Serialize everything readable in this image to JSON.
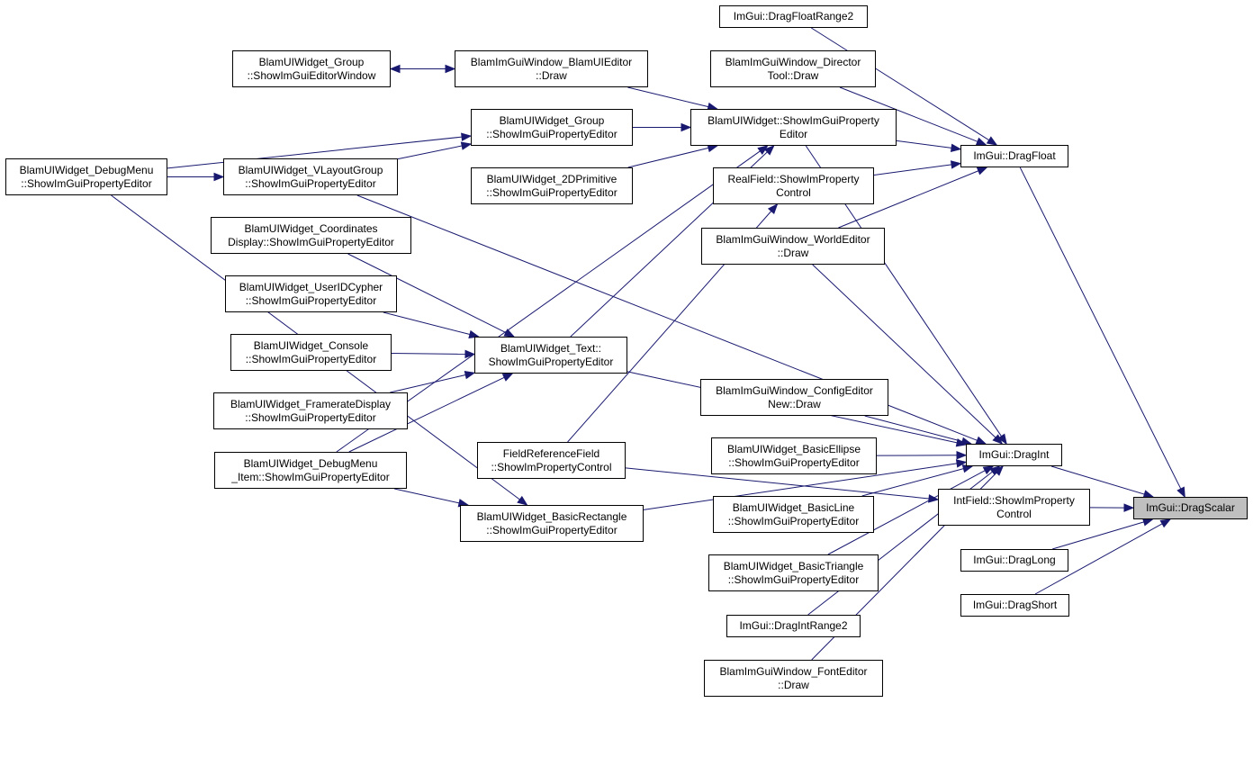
{
  "colors": {
    "edge": "#191970",
    "node_border": "#000000",
    "node_bg": "#ffffff",
    "focus_bg": "#bfbfbf"
  },
  "nodes": {
    "dragscalar": {
      "lines": [
        "ImGui::DragScalar"
      ]
    },
    "dragfloat": {
      "lines": [
        "ImGui::DragFloat"
      ]
    },
    "dragint": {
      "lines": [
        "ImGui::DragInt"
      ]
    },
    "dragfloatrange2": {
      "lines": [
        "ImGui::DragFloatRange2"
      ]
    },
    "directortool": {
      "lines": [
        "BlamImGuiWindow_Director",
        "Tool::Draw"
      ]
    },
    "uiwidget_show": {
      "lines": [
        "BlamUIWidget::ShowImGuiProperty",
        "Editor"
      ]
    },
    "realfield": {
      "lines": [
        "RealField::ShowImProperty",
        "Control"
      ]
    },
    "worldeditor": {
      "lines": [
        "BlamImGuiWindow_WorldEditor",
        "::Draw"
      ]
    },
    "configeditor": {
      "lines": [
        "BlamImGuiWindow_ConfigEditor",
        "New::Draw"
      ]
    },
    "basicellipse": {
      "lines": [
        "BlamUIWidget_BasicEllipse",
        "::ShowImGuiPropertyEditor"
      ]
    },
    "basicline": {
      "lines": [
        "BlamUIWidget_BasicLine",
        "::ShowImGuiPropertyEditor"
      ]
    },
    "basictriangle": {
      "lines": [
        "BlamUIWidget_BasicTriangle",
        "::ShowImGuiPropertyEditor"
      ]
    },
    "dragintrange2": {
      "lines": [
        "ImGui::DragIntRange2"
      ]
    },
    "fonteditor": {
      "lines": [
        "BlamImGuiWindow_FontEditor",
        "::Draw"
      ]
    },
    "intfield": {
      "lines": [
        "IntField::ShowImProperty",
        "Control"
      ]
    },
    "draglong": {
      "lines": [
        "ImGui::DragLong"
      ]
    },
    "dragshort": {
      "lines": [
        "ImGui::DragShort"
      ]
    },
    "blamuieditor": {
      "lines": [
        "BlamImGuiWindow_BlamUIEditor",
        "::Draw"
      ]
    },
    "group_window": {
      "lines": [
        "BlamUIWidget_Group",
        "::ShowImGuiEditorWindow"
      ]
    },
    "group_prop": {
      "lines": [
        "BlamUIWidget_Group",
        "::ShowImGuiPropertyEditor"
      ]
    },
    "vlayoutgroup": {
      "lines": [
        "BlamUIWidget_VLayoutGroup",
        "::ShowImGuiPropertyEditor"
      ]
    },
    "debugmenu": {
      "lines": [
        "BlamUIWidget_DebugMenu",
        "::ShowImGuiPropertyEditor"
      ]
    },
    "primitive2d": {
      "lines": [
        "BlamUIWidget_2DPrimitive",
        "::ShowImGuiPropertyEditor"
      ]
    },
    "coordinates": {
      "lines": [
        "BlamUIWidget_Coordinates",
        "Display::ShowImGuiPropertyEditor"
      ]
    },
    "useridcypher": {
      "lines": [
        "BlamUIWidget_UserIDCypher",
        "::ShowImGuiPropertyEditor"
      ]
    },
    "console": {
      "lines": [
        "BlamUIWidget_Console",
        "::ShowImGuiPropertyEditor"
      ]
    },
    "framerate": {
      "lines": [
        "BlamUIWidget_FramerateDisplay",
        "::ShowImGuiPropertyEditor"
      ]
    },
    "debugmenu_item": {
      "lines": [
        "BlamUIWidget_DebugMenu",
        "_Item::ShowImGuiPropertyEditor"
      ]
    },
    "text_prop": {
      "lines": [
        "BlamUIWidget_Text::",
        "ShowImGuiPropertyEditor"
      ]
    },
    "fieldreference": {
      "lines": [
        "FieldReferenceField",
        "::ShowImPropertyControl"
      ]
    },
    "basicrectangle": {
      "lines": [
        "BlamUIWidget_BasicRectangle",
        "::ShowImGuiPropertyEditor"
      ]
    }
  },
  "edges": [
    [
      "dragfloat",
      "dragscalar"
    ],
    [
      "dragint",
      "dragscalar"
    ],
    [
      "intfield",
      "dragscalar"
    ],
    [
      "draglong",
      "dragscalar"
    ],
    [
      "dragshort",
      "dragscalar"
    ],
    [
      "dragfloatrange2",
      "dragfloat"
    ],
    [
      "directortool",
      "dragfloat"
    ],
    [
      "uiwidget_show",
      "dragfloat"
    ],
    [
      "realfield",
      "dragfloat"
    ],
    [
      "worldeditor",
      "dragfloat"
    ],
    [
      "uiwidget_show",
      "dragint"
    ],
    [
      "worldeditor",
      "dragint"
    ],
    [
      "configeditor",
      "dragint"
    ],
    [
      "basicellipse",
      "dragint"
    ],
    [
      "basicline",
      "dragint"
    ],
    [
      "basictriangle",
      "dragint"
    ],
    [
      "dragintrange2",
      "dragint"
    ],
    [
      "fonteditor",
      "dragint"
    ],
    [
      "text_prop",
      "dragint"
    ],
    [
      "vlayoutgroup",
      "dragint"
    ],
    [
      "basicrectangle",
      "dragint"
    ],
    [
      "fieldreference",
      "intfield"
    ],
    [
      "blamuieditor",
      "uiwidget_show"
    ],
    [
      "group_prop",
      "uiwidget_show"
    ],
    [
      "primitive2d",
      "uiwidget_show"
    ],
    [
      "text_prop",
      "uiwidget_show"
    ],
    [
      "debugmenu_item",
      "uiwidget_show"
    ],
    [
      "fieldreference",
      "realfield"
    ],
    [
      "blamuieditor",
      "group_window"
    ],
    [
      "group_window",
      "blamuieditor"
    ],
    [
      "debugmenu",
      "group_prop"
    ],
    [
      "vlayoutgroup",
      "group_prop"
    ],
    [
      "debugmenu",
      "vlayoutgroup"
    ],
    [
      "coordinates",
      "text_prop"
    ],
    [
      "useridcypher",
      "text_prop"
    ],
    [
      "console",
      "text_prop"
    ],
    [
      "framerate",
      "text_prop"
    ],
    [
      "debugmenu_item",
      "text_prop"
    ],
    [
      "debugmenu_item",
      "basicrectangle"
    ],
    [
      "debugmenu",
      "basicrectangle"
    ]
  ]
}
